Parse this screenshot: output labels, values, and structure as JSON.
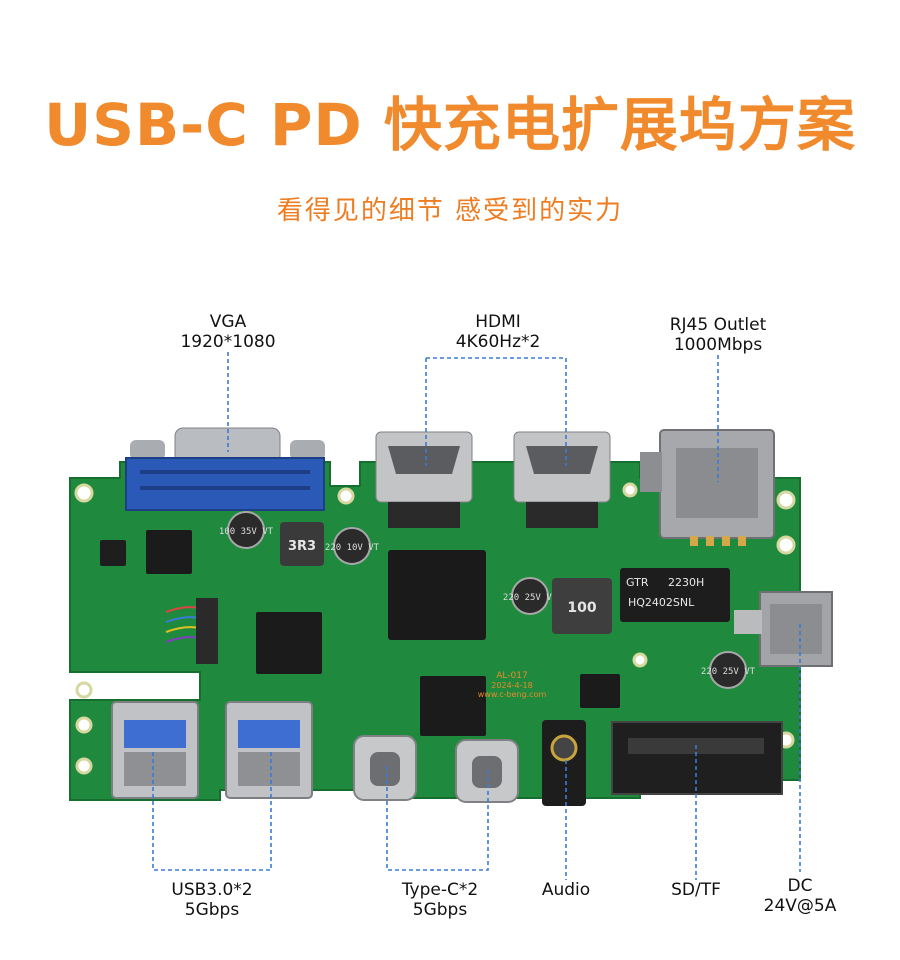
{
  "title": "USB-C PD 快充电扩展坞方案",
  "subtitle": "看得见的细节 感受到的实力",
  "colors": {
    "title": "#f08a2c",
    "pcb": "#1f8a3e",
    "pcb_dark": "#166f2f",
    "leader": "#3a7bd5"
  },
  "labels": {
    "vga": {
      "name": "VGA",
      "spec": "1920*1080"
    },
    "hdmi": {
      "name": "HDMI",
      "spec": "4K60Hz*2"
    },
    "rj45": {
      "name": "RJ45 Outlet",
      "spec": "1000Mbps"
    },
    "usb": {
      "name": "USB3.0*2",
      "spec": "5Gbps"
    },
    "typec": {
      "name": "Type-C*2",
      "spec": "5Gbps"
    },
    "audio": {
      "name": "Audio"
    },
    "sd": {
      "name": "SD/TF"
    },
    "dc": {
      "name": "DC",
      "spec": "24V@5A"
    }
  },
  "board_print": {
    "cap1": "100 35V VT",
    "inductor1": "3R3",
    "cap2": "220 10V VT",
    "cap3": "220 25V VT",
    "inductor2": "100",
    "magnetics_brand": "GTR",
    "magnetics_code": "2230H",
    "magnetics_part": "HQ2402SNL",
    "cap4": "220 25V VT",
    "model": "AL-017",
    "date": "2024-4-18",
    "url": "www.c-beng.com"
  }
}
